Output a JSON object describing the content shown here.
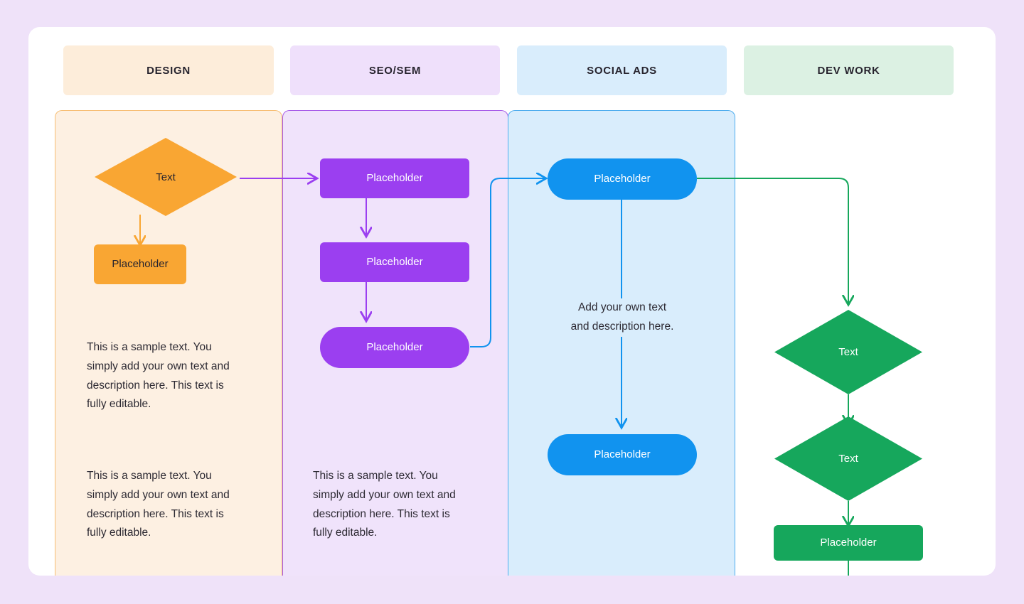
{
  "canvas": {
    "background_color": "#EFE2F9",
    "surface_color": "#FFFFFF"
  },
  "lanes": [
    {
      "id": "design",
      "title": "DESIGN",
      "header_fill": "#FDEDDA",
      "body_fill": "#FDF0E2",
      "body_border": "#F7BE74",
      "accent": "#F9A633"
    },
    {
      "id": "seo-sem",
      "title": "SEO/SEM",
      "header_fill": "#EFE0FB",
      "body_fill": "#F0E3FB",
      "body_border": "#A85CE8",
      "accent": "#9B3FF0"
    },
    {
      "id": "social-ads",
      "title": "SOCIAL ADS",
      "header_fill": "#D9EDFC",
      "body_fill": "#D9EDFC",
      "body_border": "#4FADEE",
      "accent": "#1193EF"
    },
    {
      "id": "dev-work",
      "title": "DEV WORK",
      "header_fill": "#DCF1E3",
      "body_fill": "transparent",
      "body_border": "transparent",
      "accent": "#16A75C"
    }
  ],
  "nodes": {
    "design_diamond": {
      "label": "Text",
      "shape": "diamond",
      "fill": "#F9A633",
      "text_color": "#27242e"
    },
    "design_box": {
      "label": "Placeholder",
      "shape": "rect",
      "fill": "#F9A633",
      "text_color": "#27242e"
    },
    "seo_box_1": {
      "label": "Placeholder",
      "shape": "rect",
      "fill": "#9B3FF0",
      "text_color": "#ffffff"
    },
    "seo_box_2": {
      "label": "Placeholder",
      "shape": "rect",
      "fill": "#9B3FF0",
      "text_color": "#ffffff"
    },
    "seo_pill_3": {
      "label": "Placeholder",
      "shape": "pill",
      "fill": "#9B3FF0",
      "text_color": "#ffffff"
    },
    "social_pill_1": {
      "label": "Placeholder",
      "shape": "pill",
      "fill": "#1193EF",
      "text_color": "#ffffff"
    },
    "social_pill_2": {
      "label": "Placeholder",
      "shape": "pill",
      "fill": "#1193EF",
      "text_color": "#ffffff"
    },
    "dev_diamond_1": {
      "label": "Text",
      "shape": "diamond",
      "fill": "#16A75C",
      "text_color": "#ffffff"
    },
    "dev_diamond_2": {
      "label": "Text",
      "shape": "diamond",
      "fill": "#16A75C",
      "text_color": "#ffffff"
    },
    "dev_box": {
      "label": "Placeholder",
      "shape": "rect",
      "fill": "#16A75C",
      "text_color": "#ffffff"
    }
  },
  "texts": {
    "design_paragraph_1": "This is a sample text. You simply add your own text and description here. This text is fully editable.",
    "design_paragraph_2": "This is a sample text. You simply add your own text and description here. This text is fully editable.",
    "seo_paragraph_1": "This is a sample text. You simply add your own text and description here. This text is fully editable.",
    "social_note": "Add your own text\nand description here."
  },
  "connectors": [
    {
      "id": "design-to-seo",
      "color": "#9B3FF0",
      "from": "design_diamond",
      "to": "seo_box_1",
      "style": "straight-right-arrow"
    },
    {
      "id": "design-diamond-to-box",
      "color": "#F9A633",
      "from": "design_diamond",
      "to": "design_box",
      "style": "straight-down-arrow"
    },
    {
      "id": "seo-1-to-2",
      "color": "#9B3FF0",
      "from": "seo_box_1",
      "to": "seo_box_2",
      "style": "straight-down-arrow"
    },
    {
      "id": "seo-2-to-3",
      "color": "#9B3FF0",
      "from": "seo_box_2",
      "to": "seo_pill_3",
      "style": "straight-down-arrow"
    },
    {
      "id": "seo-to-social",
      "color": "#1193EF",
      "from": "seo_pill_3",
      "to": "social_pill_1",
      "style": "elbow-up-right-arrow"
    },
    {
      "id": "social-1-to-2",
      "color": "#1193EF",
      "from": "social_pill_1",
      "to": "social_pill_2",
      "style": "straight-down-arrow"
    },
    {
      "id": "social-to-dev",
      "color": "#16A75C",
      "from": "social_pill_1",
      "to": "dev_diamond_1",
      "style": "elbow-right-down-arrow"
    },
    {
      "id": "dev-d1-to-d2",
      "color": "#16A75C",
      "from": "dev_diamond_1",
      "to": "dev_diamond_2",
      "style": "straight-down-arrow"
    },
    {
      "id": "dev-d2-to-box",
      "color": "#16A75C",
      "from": "dev_diamond_2",
      "to": "dev_box",
      "style": "straight-down-arrow"
    },
    {
      "id": "dev-box-onward",
      "color": "#16A75C",
      "from": "dev_box",
      "to": "",
      "style": "straight-down-stub"
    }
  ]
}
